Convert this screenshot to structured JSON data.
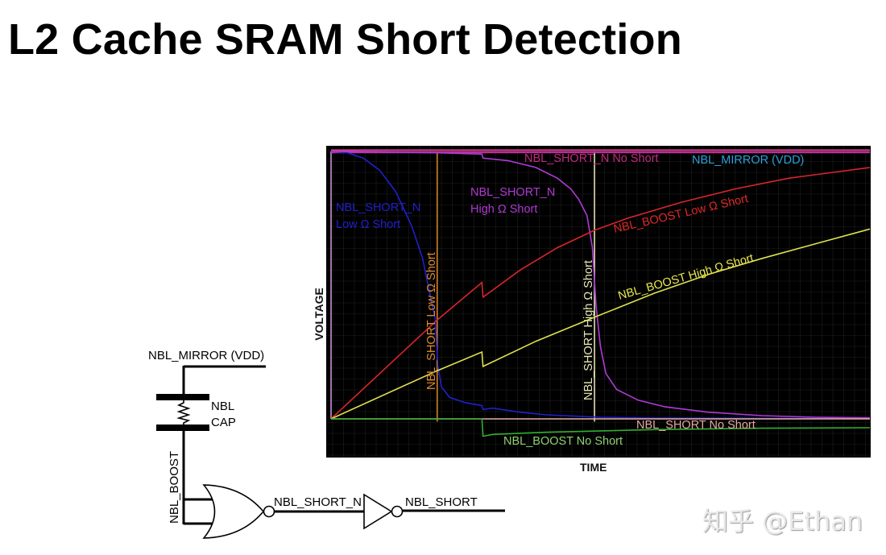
{
  "page": {
    "title": "L2 Cache SRAM Short Detection",
    "watermark": "知乎 @Ethan"
  },
  "chart_data": {
    "type": "line",
    "title": "L2 Cache SRAM Short Detection",
    "xlabel": "TIME",
    "ylabel": "VOLTAGE",
    "xlim": [
      0,
      100
    ],
    "ylim": [
      -0.14,
      1.02
    ],
    "grid": true,
    "background": "#000000",
    "x_unit": "normalized time",
    "y_unit": "normalized voltage (VDD = 1)",
    "events": [
      {
        "name": "boost-glitch",
        "t": 28
      }
    ],
    "markers": [
      {
        "name": "NBL_SHORT Low Ω Short",
        "t": 19.7,
        "color": "#e08a2a"
      },
      {
        "name": "NBL_SHORT High Ω Short",
        "t": 48.9,
        "color": "#e8e8b0"
      }
    ],
    "series": [
      {
        "name": "NBL_MIRROR (VDD)",
        "color": "#cc3d8a",
        "points": [
          [
            0,
            1.0
          ],
          [
            100,
            1.0
          ]
        ]
      },
      {
        "name": "NBL_SHORT_N No Short",
        "color": "#c2339a",
        "points": [
          [
            0,
            1.0
          ],
          [
            100,
            1.0
          ]
        ]
      },
      {
        "name": "NBL_SHORT_N Low Ω Short",
        "color": "#2020d0",
        "points": [
          [
            0,
            1.0
          ],
          [
            3,
            0.995
          ],
          [
            6,
            0.975
          ],
          [
            9,
            0.93
          ],
          [
            12,
            0.85
          ],
          [
            15,
            0.72
          ],
          [
            17,
            0.6
          ],
          [
            18.5,
            0.45
          ],
          [
            19.3,
            0.38
          ],
          [
            19.8,
            0.2
          ],
          [
            20.5,
            0.12
          ],
          [
            22,
            0.08
          ],
          [
            25,
            0.06
          ],
          [
            28,
            0.05
          ],
          [
            28.2,
            0.035
          ],
          [
            30,
            0.04
          ],
          [
            35,
            0.025
          ],
          [
            40,
            0.015
          ],
          [
            50,
            0.006
          ],
          [
            60,
            0.003
          ],
          [
            100,
            0.001
          ]
        ]
      },
      {
        "name": "NBL_SHORT_N High Ω Short",
        "color": "#b03ad8",
        "points": [
          [
            0,
            1.0
          ],
          [
            10,
            0.998
          ],
          [
            20,
            0.995
          ],
          [
            28,
            0.99
          ],
          [
            28.2,
            0.975
          ],
          [
            33,
            0.965
          ],
          [
            38,
            0.94
          ],
          [
            42,
            0.9
          ],
          [
            44.5,
            0.86
          ],
          [
            46,
            0.82
          ],
          [
            47.5,
            0.76
          ],
          [
            48.5,
            0.64
          ],
          [
            49.2,
            0.42
          ],
          [
            50,
            0.27
          ],
          [
            51,
            0.17
          ],
          [
            53,
            0.11
          ],
          [
            57,
            0.07
          ],
          [
            62,
            0.045
          ],
          [
            70,
            0.025
          ],
          [
            80,
            0.012
          ],
          [
            90,
            0.006
          ],
          [
            100,
            0.004
          ]
        ]
      },
      {
        "name": "NBL_BOOST Low Ω Short",
        "color": "#d8262a",
        "points": [
          [
            0,
            0.0
          ],
          [
            19.7,
            0.37
          ],
          [
            28,
            0.51
          ],
          [
            28.2,
            0.455
          ],
          [
            35,
            0.555
          ],
          [
            42,
            0.64
          ],
          [
            48.9,
            0.705
          ],
          [
            55,
            0.75
          ],
          [
            65,
            0.81
          ],
          [
            75,
            0.86
          ],
          [
            85,
            0.9
          ],
          [
            100,
            0.94
          ]
        ]
      },
      {
        "name": "NBL_BOOST High Ω Short",
        "color": "#e0e050",
        "points": [
          [
            0,
            0.0
          ],
          [
            19.7,
            0.18
          ],
          [
            28,
            0.25
          ],
          [
            28.2,
            0.196
          ],
          [
            38,
            0.29
          ],
          [
            48.9,
            0.38
          ],
          [
            60,
            0.47
          ],
          [
            70,
            0.54
          ],
          [
            80,
            0.6
          ],
          [
            90,
            0.655
          ],
          [
            100,
            0.71
          ]
        ]
      },
      {
        "name": "NBL_SHORT No Short",
        "color": "#e8b0a0",
        "points": [
          [
            0,
            0.0
          ],
          [
            100,
            0.0
          ]
        ]
      },
      {
        "name": "NBL_BOOST No Short",
        "color": "#30b030",
        "points": [
          [
            0,
            0.0
          ],
          [
            28,
            0.0
          ],
          [
            28.2,
            -0.065
          ],
          [
            30,
            -0.058
          ],
          [
            40,
            -0.05
          ],
          [
            60,
            -0.04
          ],
          [
            80,
            -0.035
          ],
          [
            100,
            -0.033
          ]
        ]
      }
    ],
    "annotations": [
      {
        "text": "NBL_SHORT_N No Short",
        "color": "#c42a80"
      },
      {
        "text": "NBL_MIRROR (VDD)",
        "color": "#2ea0d8"
      },
      {
        "text": "NBL_SHORT_N",
        "color": "#2020c8"
      },
      {
        "text": "Low Ω Short",
        "color": "#2020c8"
      },
      {
        "text": "NBL_SHORT_N",
        "color": "#b03ad0"
      },
      {
        "text": "High Ω Short",
        "color": "#b03ad0"
      },
      {
        "text": "NBL_BOOST Low Ω Short",
        "color": "#e02828"
      },
      {
        "text": "NBL_BOOST High Ω Short",
        "color": "#e8e850"
      },
      {
        "text": "NBL_SHORT Low Ω Short",
        "color": "#e08a2a"
      },
      {
        "text": "NBL_SHORT High Ω Short",
        "color": "#e8e8b8"
      },
      {
        "text": "NBL_SHORT No Short",
        "color": "#e8a8a0"
      },
      {
        "text": "NBL_BOOST No Short",
        "color": "#90d070"
      }
    ]
  },
  "schematic": {
    "labels": {
      "mirror": "NBL_MIRROR (VDD)",
      "cap_line1": "NBL",
      "cap_line2": "CAP",
      "boost": "NBL_BOOST",
      "short_n": "NBL_SHORT_N",
      "short": "NBL_SHORT"
    }
  }
}
